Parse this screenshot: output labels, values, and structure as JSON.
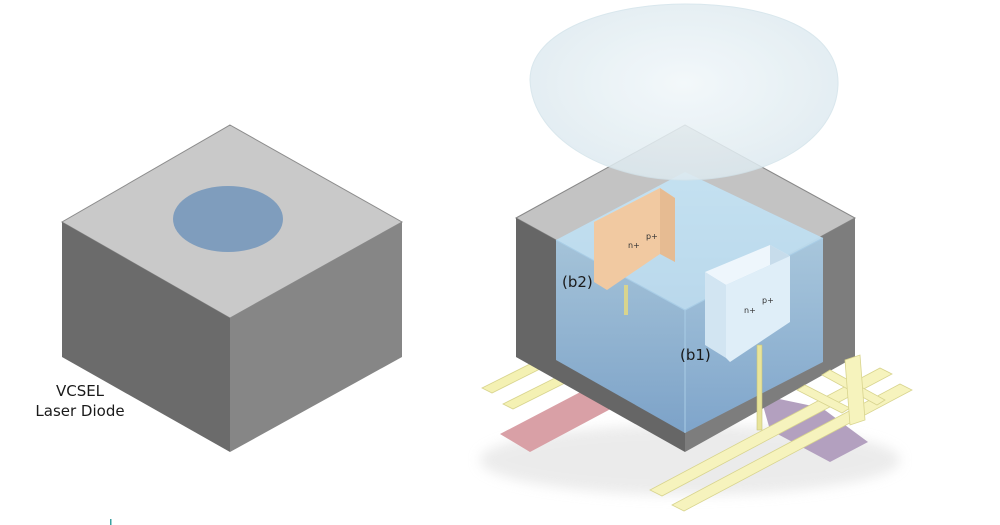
{
  "left_device": {
    "label_line1": "VCSEL",
    "label_line2": "Laser Diode"
  },
  "right_device": {
    "label_b1": "(b1)",
    "label_b2": "(b2)",
    "junction_b1": {
      "n": "n+",
      "p": "p+"
    },
    "junction_b2": {
      "n": "n+",
      "p": "p+"
    }
  },
  "colors": {
    "cube_top": "#c9c9c9",
    "cube_left": "#6b6b6b",
    "cube_right": "#858585",
    "aperture": "#7f9dbd",
    "water": "#9ec8e6",
    "block_b2": "#f2cda8",
    "block_b1": "#e2f0fa",
    "rail": "#f5f2b8",
    "pad_pink": "#d9a0a6",
    "pad_purple": "#b3a0bf",
    "cloud": "#e7f1f5"
  }
}
